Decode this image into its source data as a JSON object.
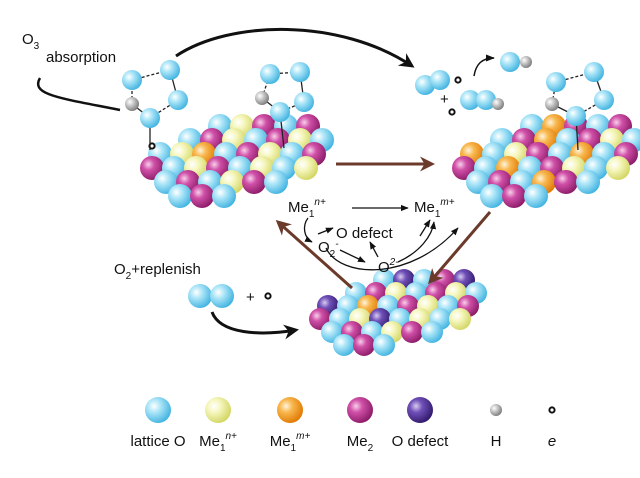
{
  "labels": {
    "ozone_main": "O",
    "ozone_sub": "3",
    "absorption": "absorption",
    "o2_main": "O",
    "o2_sub": "2",
    "replenish_suffix": "+replenish",
    "plus": "+",
    "me_main": "Me",
    "me_sub": "1",
    "me_sup_n": "n+",
    "me_sup_m": "m+",
    "o_defect": "O defect",
    "o2minus_main": "O",
    "o2minus_sup": "2-",
    "o2adsorbed_main": "O",
    "o2adsorbed_sub": "2",
    "o2adsorbed_sup": "-"
  },
  "legend": [
    {
      "key": "lattice_o",
      "text": "lattice O",
      "color": "#7fd3f3"
    },
    {
      "key": "me1n",
      "text": "Me",
      "sub": "1",
      "sup": "n+",
      "color": "#eef099"
    },
    {
      "key": "me1m",
      "text": "Me",
      "sub": "1",
      "sup": "m+",
      "color": "#f5a030"
    },
    {
      "key": "me2",
      "text": "Me",
      "sub": "2",
      "color": "#c03a95"
    },
    {
      "key": "o_defect",
      "text": "O defect",
      "color": "#5a3a9a"
    },
    {
      "key": "h",
      "text": "H",
      "color": "#a8a8a8"
    },
    {
      "key": "e",
      "text": "e",
      "color": "#111111"
    }
  ],
  "colors": {
    "arrow_brown": "#6b3a2a",
    "arrow_black": "#111111",
    "lattice_o": "#7fd3f3",
    "me1n": "#eef099",
    "me1m": "#f5a030",
    "me2": "#c03a95",
    "o_defect": "#5a3a9a",
    "h": "#a8a8a8"
  }
}
